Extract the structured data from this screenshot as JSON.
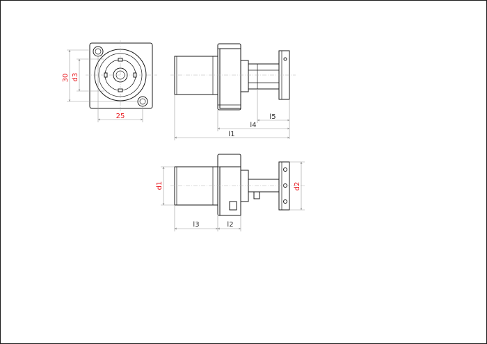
{
  "colors": {
    "line": "#1a1a1a",
    "dimension_line": "#9a9a9a",
    "label_red": "#e8151b",
    "label_dark": "#2b2b2b"
  },
  "front_view": {
    "dim_30": "30",
    "dim_d3": "d3",
    "dim_25": "25"
  },
  "side_view": {
    "dim_l5": "l5",
    "dim_l4": "l4",
    "dim_l1": "l1"
  },
  "top_view": {
    "dim_d1": "d1",
    "dim_d2": "d2",
    "dim_l3": "l3",
    "dim_l2": "l2"
  }
}
